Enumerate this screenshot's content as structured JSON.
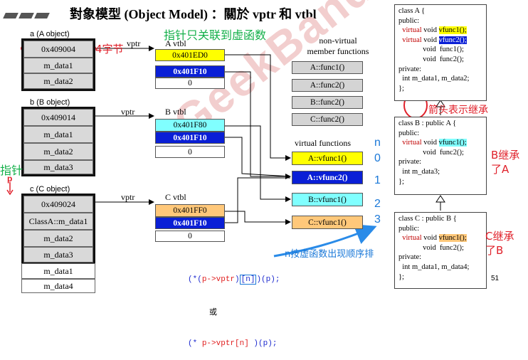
{
  "title": "對象模型 (Object Model) ：關於 vptr 和 vtbl",
  "watermark": "GeekBand",
  "page_number": "51",
  "objects": [
    {
      "label": "a (A object)",
      "cells": [
        "0x409004",
        "m_data1",
        "m_data2"
      ]
    },
    {
      "label": "b (B object)",
      "cells": [
        "0x409014",
        "m_data1",
        "m_data2",
        "m_data3"
      ]
    },
    {
      "label": "c (C object)",
      "cells": [
        "0x409024",
        "ClassA::m_data1",
        "m_data2",
        "m_data3",
        "m_data1",
        "m_data4"
      ]
    }
  ],
  "vptr_label": "vptr",
  "vtbls": [
    {
      "label": "A vtbl",
      "cells": [
        "0x401ED0",
        "0x401F10",
        "0"
      ]
    },
    {
      "label": "B vtbl",
      "cells": [
        "0x401F80",
        "0x401F10",
        "0"
      ]
    },
    {
      "label": "C vtbl",
      "cells": [
        "0x401FF0",
        "0x401F10",
        "0"
      ]
    }
  ],
  "nonvirtual": {
    "header": [
      "non-virtual",
      "member functions"
    ],
    "items": [
      "A::func1()",
      "A::func2()",
      "B::func2()",
      "C::func2()"
    ]
  },
  "virtual": {
    "header": "virtual functions",
    "items": [
      "A::vfunc1()",
      "A::vfunc2()",
      "B::vfunc1()",
      "C::vfunc1()"
    ]
  },
  "index_labels": [
    "n",
    "0",
    "1",
    "2",
    "3"
  ],
  "classes": [
    {
      "lines": [
        {
          "parts": [
            {
              "t": "class A {"
            }
          ]
        },
        {
          "parts": [
            {
              "t": "public:"
            }
          ]
        },
        {
          "parts": [
            {
              "t": "  virtual",
              "c": "red"
            },
            {
              "t": " void "
            },
            {
              "t": "vfunc1();",
              "c": "hl-y"
            }
          ]
        },
        {
          "parts": [
            {
              "t": "  virtual",
              "c": "red"
            },
            {
              "t": " void "
            },
            {
              "t": "vfunc2();",
              "c": "hl-b"
            }
          ]
        },
        {
          "parts": [
            {
              "t": "             void  func1();"
            }
          ]
        },
        {
          "parts": [
            {
              "t": "             void  func2();"
            }
          ]
        },
        {
          "parts": [
            {
              "t": "private:"
            }
          ]
        },
        {
          "parts": [
            {
              "t": "  int m_data1, m_data2;"
            }
          ]
        },
        {
          "parts": [
            {
              "t": "};"
            }
          ]
        }
      ]
    },
    {
      "lines": [
        {
          "parts": [
            {
              "t": "class B : public A {"
            }
          ]
        },
        {
          "parts": [
            {
              "t": "public:"
            }
          ]
        },
        {
          "parts": [
            {
              "t": "  virtual",
              "c": "red"
            },
            {
              "t": " void "
            },
            {
              "t": "vfunc1();",
              "c": "hl-c"
            }
          ]
        },
        {
          "parts": [
            {
              "t": "             void  func2();"
            }
          ]
        },
        {
          "parts": [
            {
              "t": "private:"
            }
          ]
        },
        {
          "parts": [
            {
              "t": "  int m_data3;"
            }
          ]
        },
        {
          "parts": [
            {
              "t": "};"
            }
          ]
        }
      ]
    },
    {
      "lines": [
        {
          "parts": [
            {
              "t": "class C : public B {"
            }
          ]
        },
        {
          "parts": [
            {
              "t": "public:"
            }
          ]
        },
        {
          "parts": [
            {
              "t": "  virtual",
              "c": "red"
            },
            {
              "t": " void "
            },
            {
              "t": "vfunc1();",
              "c": "hl-o"
            }
          ]
        },
        {
          "parts": [
            {
              "t": "             void  func2();"
            }
          ]
        },
        {
          "parts": [
            {
              "t": "private:"
            }
          ]
        },
        {
          "parts": [
            {
              "t": "  int m_data1, m_data4;"
            }
          ]
        },
        {
          "parts": [
            {
              "t": "};"
            }
          ]
        }
      ]
    }
  ],
  "annotations": {
    "bytes": "4字节",
    "linked": "指针只关联到虚函数",
    "arrow_inherit": "箭头表示继承",
    "b_inherit": [
      "B继承",
      "了A"
    ],
    "c_inherit": [
      "C继承",
      "了B"
    ],
    "pointer": "指针",
    "p": "p",
    "order": "n按虚函数出现顺序排"
  },
  "code": {
    "line1": [
      "(*(",
      "p->vptr",
      ")",
      "[n]",
      ")(p);"
    ],
    "line2": "或",
    "line3": [
      "(* ",
      "p->vptr[n]",
      " )(p);"
    ]
  }
}
